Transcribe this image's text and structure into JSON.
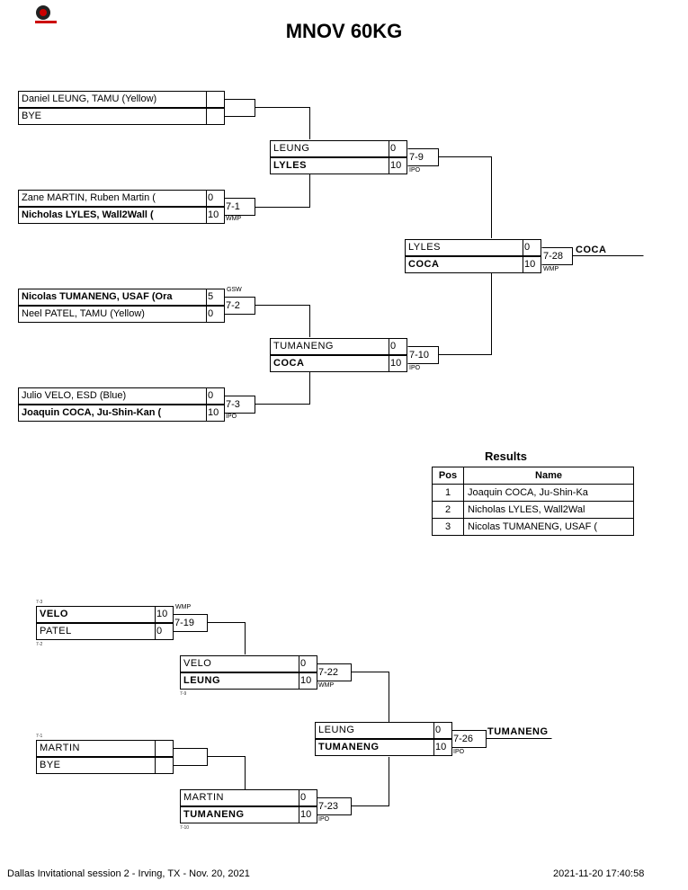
{
  "title": "MNOV 60KG",
  "logo": {
    "icon": "tournament-logo-icon"
  },
  "main_bracket": {
    "round1": [
      {
        "top": {
          "name": "Daniel LEUNG, TAMU (Yellow)",
          "score": ""
        },
        "bottom": {
          "name": "BYE",
          "score": ""
        }
      },
      {
        "top": {
          "name": "Zane MARTIN, Ruben Martin (",
          "score": "0"
        },
        "bottom": {
          "name": "Nicholas LYLES, Wall2Wall (",
          "score": "10"
        },
        "match": "7-1",
        "win": "WMP"
      },
      {
        "top": {
          "name": "Nicolas TUMANENG, USAF (Ora",
          "score": "5"
        },
        "bottom": {
          "name": "Neel PATEL, TAMU (Yellow)",
          "score": "0"
        },
        "match": "7-2",
        "win": "GSW"
      },
      {
        "top": {
          "name": "Julio VELO, ESD (Blue)",
          "score": "0"
        },
        "bottom": {
          "name": "Joaquin COCA, Ju-Shin-Kan (",
          "score": "10"
        },
        "match": "7-3",
        "win": "IPO"
      }
    ],
    "round2": [
      {
        "top": {
          "name": "LEUNG",
          "score": "0"
        },
        "bottom": {
          "name": "LYLES",
          "score": "10"
        },
        "match": "7-9",
        "win": "IPO"
      },
      {
        "top": {
          "name": "TUMANENG",
          "score": "0"
        },
        "bottom": {
          "name": "COCA",
          "score": "10"
        },
        "match": "7-10",
        "win": "IPO"
      }
    ],
    "final": {
      "top": {
        "name": "LYLES",
        "score": "0"
      },
      "bottom": {
        "name": "COCA",
        "score": "10"
      },
      "match": "7-28",
      "win": "WMP"
    },
    "champion": "COCA"
  },
  "results": {
    "title": "Results",
    "headers": [
      "Pos",
      "Name"
    ],
    "rows": [
      {
        "pos": "1",
        "name": "Joaquin COCA, Ju-Shin-Ka"
      },
      {
        "pos": "2",
        "name": "Nicholas LYLES, Wall2Wal"
      },
      {
        "pos": "3",
        "name": "Nicolas TUMANENG, USAF ("
      }
    ]
  },
  "repechage": {
    "r1": [
      {
        "top": {
          "name": "VELO",
          "score": "10"
        },
        "bottom": {
          "name": "PATEL",
          "score": "0"
        },
        "match": "7-19",
        "win": "WMP",
        "ref_top": "7-3",
        "ref_bottom": "7-2"
      },
      {
        "top": {
          "name": "MARTIN",
          "score": ""
        },
        "bottom": {
          "name": "BYE",
          "score": ""
        },
        "ref_top": "7-1"
      }
    ],
    "r2": [
      {
        "top": {
          "name": "VELO",
          "score": "0"
        },
        "bottom": {
          "name": "LEUNG",
          "score": "10"
        },
        "match": "7-22",
        "win": "WMP",
        "ref_bottom": "7-9"
      },
      {
        "top": {
          "name": "MARTIN",
          "score": "0"
        },
        "bottom": {
          "name": "TUMANENG",
          "score": "10"
        },
        "match": "7-23",
        "win": "IPO",
        "ref_bottom": "7-10"
      }
    ],
    "r3": {
      "top": {
        "name": "LEUNG",
        "score": "0"
      },
      "bottom": {
        "name": "TUMANENG",
        "score": "10"
      },
      "match": "7-26",
      "win": "IPO"
    },
    "bronze": "TUMANENG"
  },
  "footer": {
    "left": "Dallas Invitational session 2 - Irving, TX - Nov. 20, 2021",
    "right": "2021-11-20 17:40:58"
  }
}
